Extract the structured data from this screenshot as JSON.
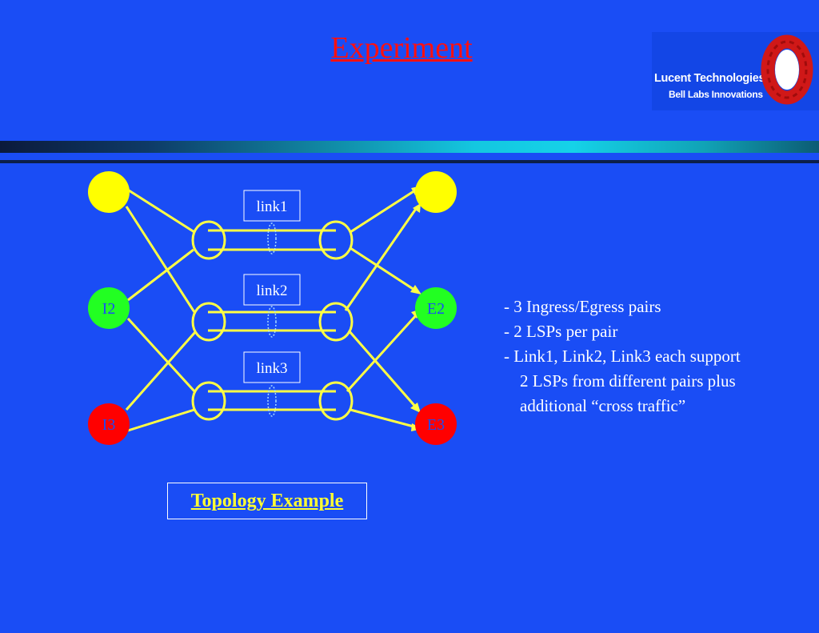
{
  "title": "Experiment",
  "logo": {
    "company": "Lucent Technologies",
    "tagline": "Bell Labs Innovations"
  },
  "colors": {
    "background": "#1a4df5",
    "title": "#ff1010",
    "link_line": "#ffff44",
    "node_yellow": "#ffff00",
    "node_green": "#22ff22",
    "node_red": "#ff0000",
    "caption": "#ffff33"
  },
  "diagram": {
    "nodes": [
      {
        "id": "I1",
        "label": "",
        "color": "yellow"
      },
      {
        "id": "I2",
        "label": "I2",
        "color": "green"
      },
      {
        "id": "I3",
        "label": "I3",
        "color": "red"
      },
      {
        "id": "E1",
        "label": "",
        "color": "yellow"
      },
      {
        "id": "E2",
        "label": "E2",
        "color": "green"
      },
      {
        "id": "E3",
        "label": "E3",
        "color": "red"
      }
    ],
    "links": [
      {
        "label": "link1"
      },
      {
        "label": "link2"
      },
      {
        "label": "link3"
      }
    ],
    "caption": "Topology Example"
  },
  "bullets": [
    "- 3 Ingress/Egress pairs",
    "- 2 LSPs per pair",
    "- Link1, Link2, Link3 each support",
    "2 LSPs from different pairs plus",
    "additional “cross traffic”"
  ]
}
